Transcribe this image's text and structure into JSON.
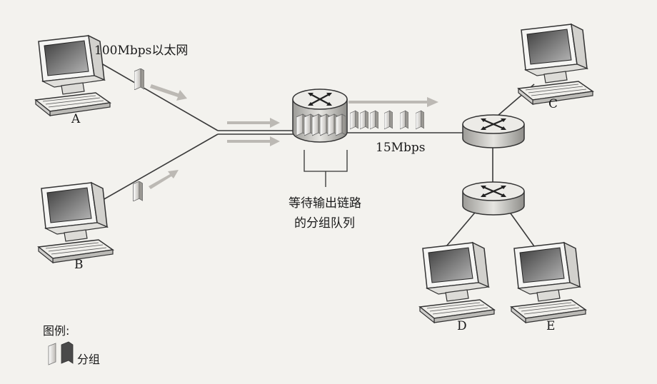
{
  "nodes": {
    "host_a": "A",
    "host_b": "B",
    "host_c": "C",
    "host_d": "D",
    "host_e": "E"
  },
  "links": {
    "ethernet_label": "100Mbps以太网",
    "wan_label": "15Mbps"
  },
  "queue_annotation": {
    "line1": "等待输出链路",
    "line2": "的分组队列"
  },
  "legend": {
    "title": "图例:",
    "packet_label": "分组"
  },
  "colors": {
    "line": "#3a3a3a",
    "arrow": "#b9b6b2",
    "packet_fill": "#d8d6d2",
    "packet_dark": "#555555",
    "router_body": "#c9c8c4",
    "router_top": "#e8e7e3",
    "monitor_screen": "#8a8a8a"
  }
}
